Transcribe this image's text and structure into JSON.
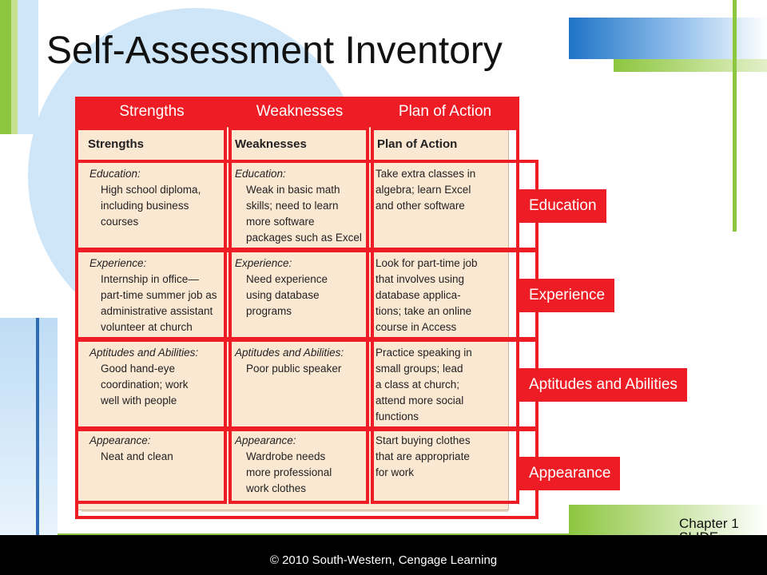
{
  "slide": {
    "title": "Self-Assessment Inventory",
    "chapter": "Chapter 1",
    "slide_label": "SLIDE",
    "footer": "© 2010 South-Western, Cengage Learning"
  },
  "header_band": {
    "columns": [
      "Strengths",
      "Weaknesses",
      "Plan of Action"
    ]
  },
  "figure": {
    "headers": [
      "Strengths",
      "Weaknesses",
      "Plan of Action"
    ],
    "rows": [
      {
        "strengths_label": "Education:",
        "strengths": "High school diploma,\nincluding business\ncourses",
        "weaknesses_label": "Education:",
        "weaknesses": "Weak in basic math\nskills; need to learn\nmore software\npackages such as Excel",
        "plan": "Take extra classes in\n   algebra; learn Excel\n   and other software"
      },
      {
        "strengths_label": "Experience:",
        "strengths": "Internship in office—\npart-time summer job as\nadministrative assistant\nvolunteer at church",
        "weaknesses_label": "Experience:",
        "weaknesses": "Need experience\nusing database\nprograms",
        "plan": "Look for part-time job\n   that involves using\n   database applica-\n   tions; take an online\n   course in Access"
      },
      {
        "strengths_label": "Aptitudes and Abilities:",
        "strengths": "Good hand-eye\ncoordination; work\nwell with people",
        "weaknesses_label": "Aptitudes and Abilities:",
        "weaknesses": "Poor public speaker",
        "plan": "Practice speaking in\n   small groups; lead\n   a class at church;\n   attend more social\n   functions"
      },
      {
        "strengths_label": "Appearance:",
        "strengths": "Neat and clean",
        "weaknesses_label": "Appearance:",
        "weaknesses": "Wardrobe needs\nmore professional\nwork clothes",
        "plan": "Start buying clothes\n   that are appropriate\n   for work"
      }
    ]
  },
  "row_labels": [
    "Education",
    "Experience",
    "Aptitudes and Abilities",
    "Appearance"
  ],
  "colors": {
    "accent_red": "#ee1c24",
    "accent_green": "#8dc63f",
    "accent_blue": "#1f74c8",
    "figure_bg": "#fbe8d3"
  }
}
